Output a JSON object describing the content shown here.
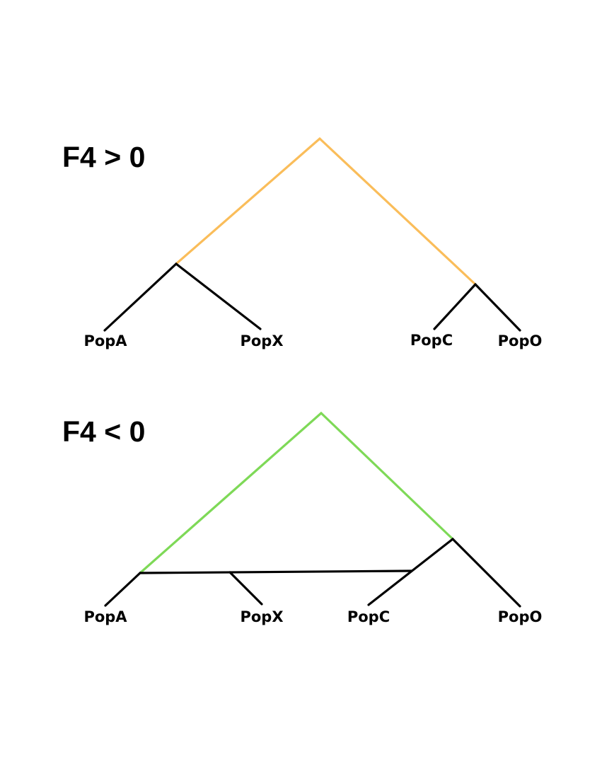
{
  "colors": {
    "top_ancestral": "#FABD5A",
    "bottom_ancestral": "#7ED957",
    "branch": "#000000",
    "background": "#FFFFFF"
  },
  "panels": [
    {
      "id": "positive",
      "title": "F4 > 0",
      "leaves": [
        "PopA",
        "PopX",
        "PopC",
        "PopO"
      ]
    },
    {
      "id": "negative",
      "title": "F4 < 0",
      "leaves": [
        "PopA",
        "PopX",
        "PopC",
        "PopO"
      ]
    }
  ]
}
